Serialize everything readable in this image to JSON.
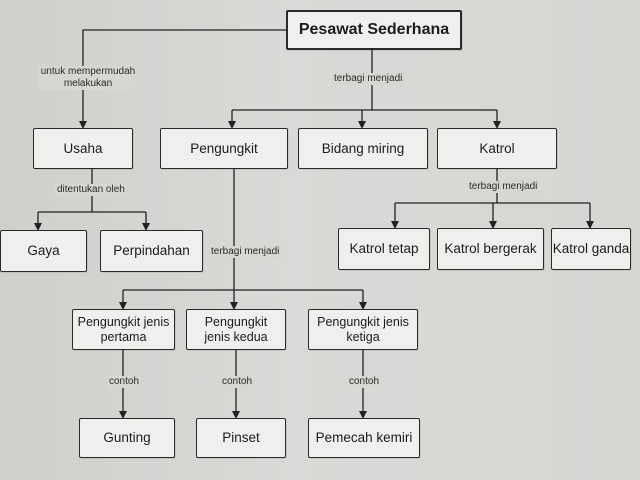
{
  "nodes": {
    "root": "Pesawat Sederhana",
    "usaha": "Usaha",
    "pengungkit": "Pengungkit",
    "bidang_miring": "Bidang miring",
    "katrol": "Katrol",
    "gaya": "Gaya",
    "perpindahan": "Perpindahan",
    "katrol_tetap": "Katrol tetap",
    "katrol_bergerak": "Katrol bergerak",
    "katrol_ganda": "Katrol ganda",
    "pengungkit_1": "Pengungkit jenis pertama",
    "pengungkit_2": "Pengungkit jenis kedua",
    "pengungkit_3": "Pengungkit jenis ketiga",
    "gunting": "Gunting",
    "pinset": "Pinset",
    "pemecah_kemiri": "Pemecah kemiri"
  },
  "labels": {
    "untuk": "untuk mempermudah melakukan",
    "terbagi_root": "terbagi menjadi",
    "ditentukan": "ditentukan oleh",
    "terbagi_katrol": "terbagi menjadi",
    "terbagi_pengungkit": "terbagi menjadi",
    "contoh_1": "contoh",
    "contoh_2": "contoh",
    "contoh_3": "contoh"
  }
}
